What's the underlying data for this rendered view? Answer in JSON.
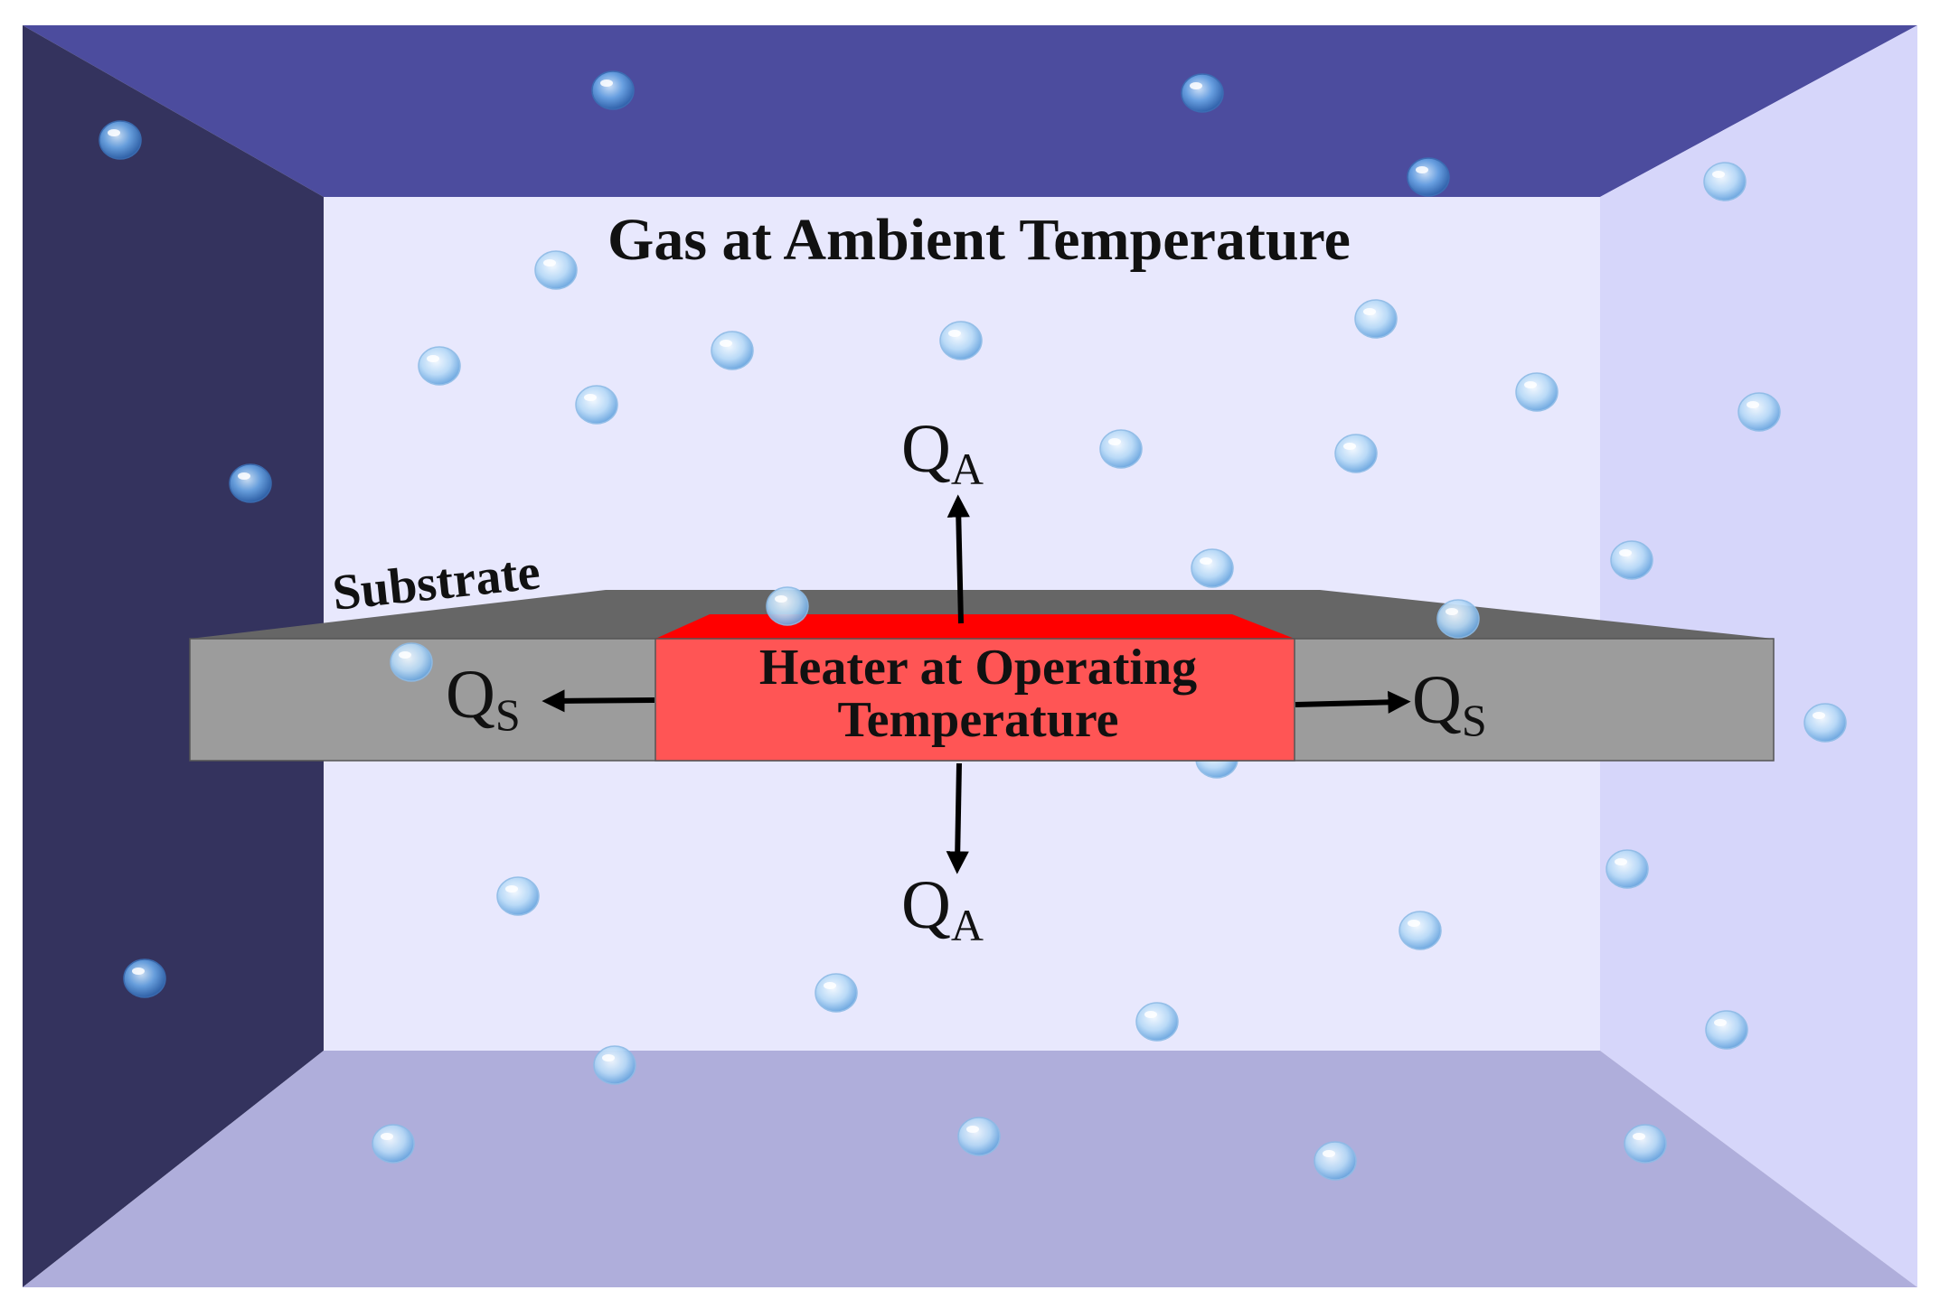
{
  "title": "Gas at Ambient Temperature",
  "substrate_label": "Substrate",
  "heater_label_line1": "Heater at Operating",
  "heater_label_line2": "Temperature",
  "heat_flows": {
    "q_letter": "Q",
    "air_subscript": "A",
    "substrate_subscript": "S"
  },
  "colors": {
    "top_wall": "#4c4c9e",
    "left_wall": "#34335e",
    "right_wall": "#d6d6fa",
    "floor": "#afaedb",
    "back_wall": "#e8e8fd",
    "substrate_front": "#9c9c9c",
    "substrate_top": "#666666",
    "heater_front": "#ff5555",
    "heater_top": "#ff0000",
    "bubble": "#9fcaf2"
  },
  "icons": {
    "gas_molecule": "gas-bubble-icon",
    "heat_flow": "arrow-icon"
  }
}
